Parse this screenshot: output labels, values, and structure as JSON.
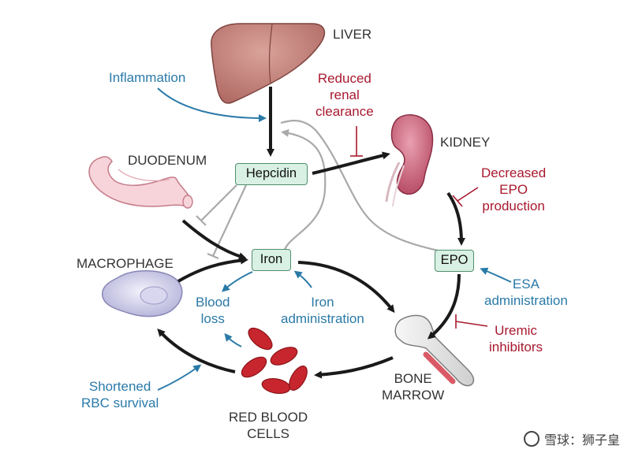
{
  "organs": {
    "liver": "LIVER",
    "kidney": "KIDNEY",
    "duodenum": "DUODENUM",
    "macrophage": "MACROPHAGE",
    "bone_marrow": [
      "BONE",
      "MARROW"
    ],
    "red_blood_cells": [
      "RED BLOOD",
      "CELLS"
    ]
  },
  "boxes": {
    "hepcidin": "Hepcidin",
    "iron": "Iron",
    "epo": "EPO"
  },
  "blue_labels": {
    "inflammation": "Inflammation",
    "blood_loss": [
      "Blood",
      "loss"
    ],
    "iron_administration": [
      "Iron",
      "administration"
    ],
    "esa_administration": [
      "ESA",
      "administration"
    ],
    "shortened_rbc_survival": [
      "Shortened",
      "RBC survival"
    ]
  },
  "red_labels": {
    "reduced_renal_clearance": [
      "Reduced",
      "renal",
      "clearance"
    ],
    "decreased_epo_production": [
      "Decreased",
      "EPO",
      "production"
    ],
    "uremic_inhibitors": [
      "Uremic",
      "inhibitors"
    ]
  },
  "watermark": "雪球：狮子皇",
  "colors": {
    "stimulate_arrow": "#1a1a1a",
    "feedback_line": "#a9a9a9",
    "blue_text": "#2a7aa8",
    "red_text": "#a8192e",
    "box_fill": "#d9f0e4",
    "box_border": "#4e8e6c"
  }
}
